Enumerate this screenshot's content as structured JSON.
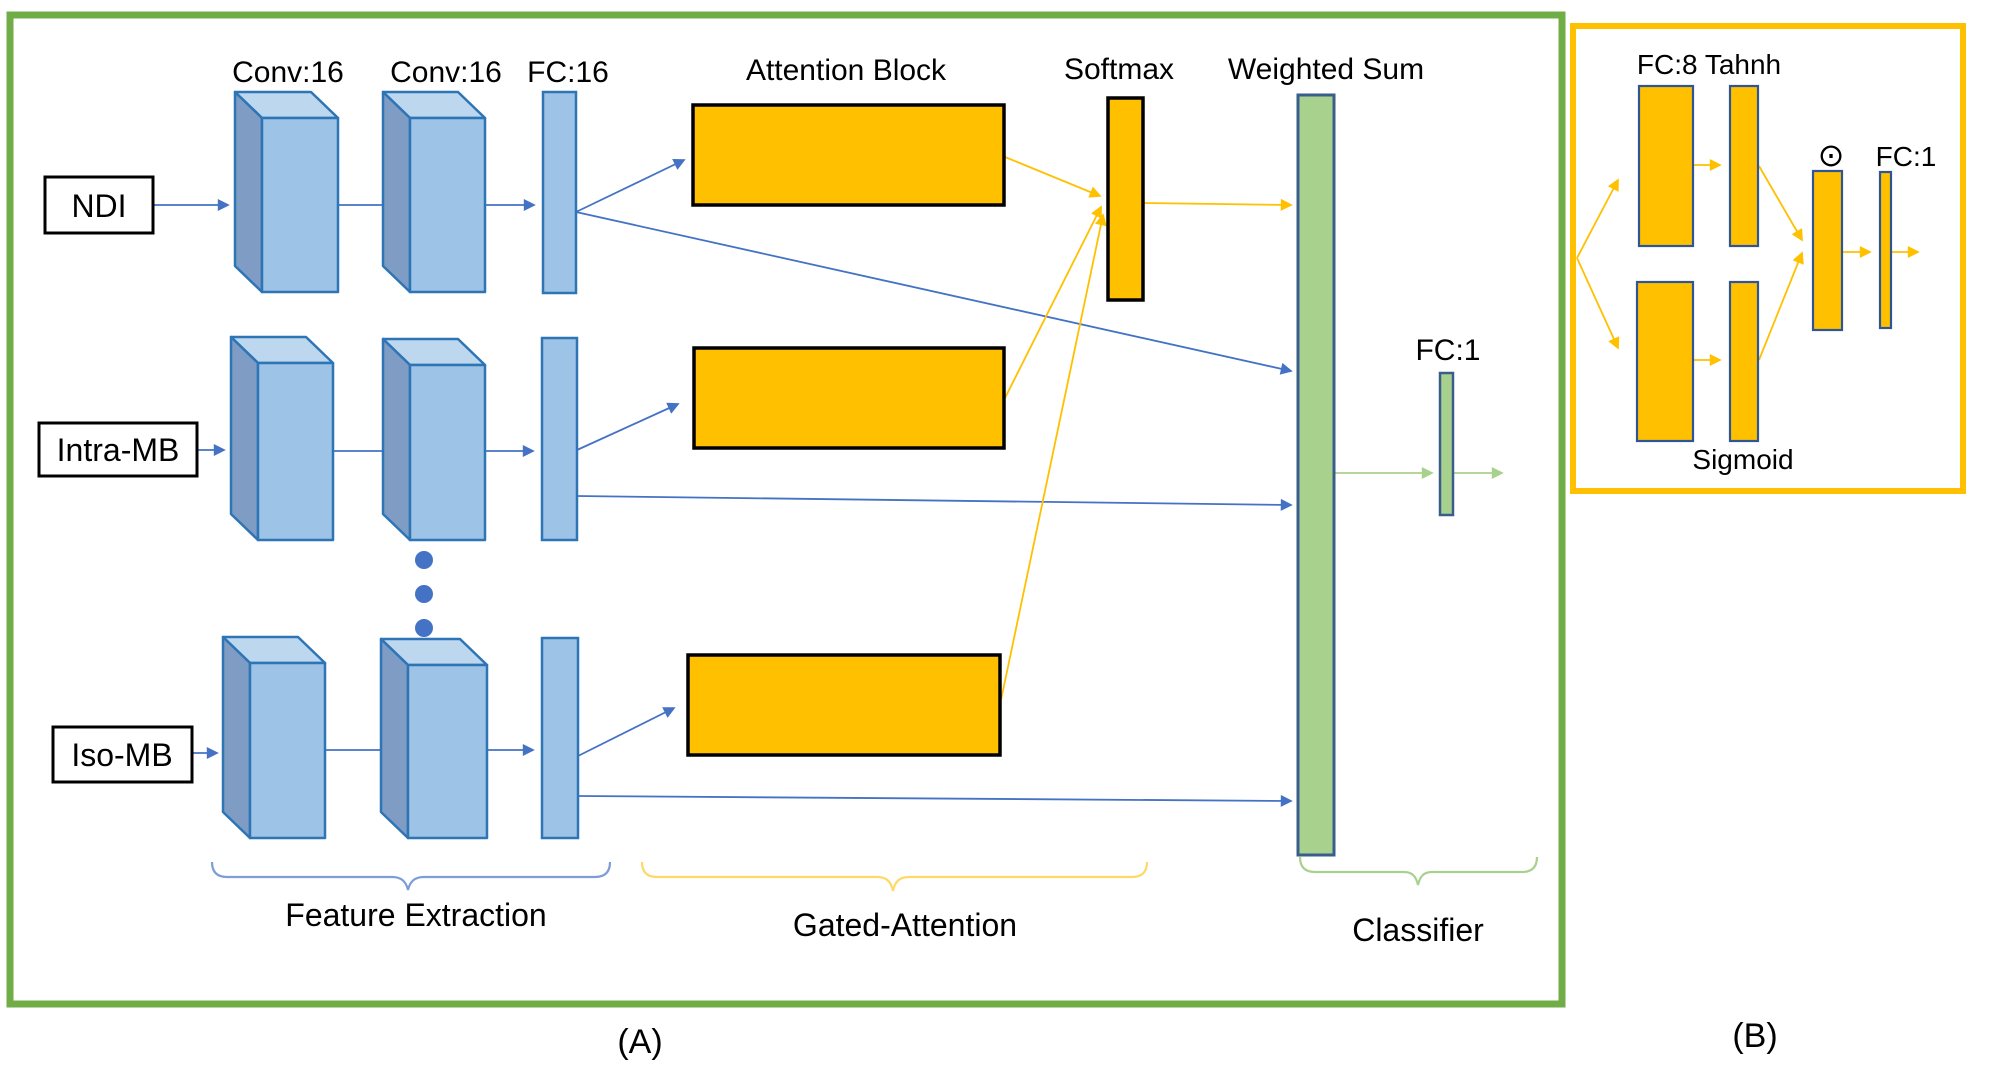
{
  "figure": {
    "type": "architecture-diagram",
    "description": "Gated-attention multiple-instance network with feature extraction, gated attention and classifier"
  },
  "panel_a": {
    "label": "(A)",
    "inputs": [
      "NDI",
      "Intra-MB",
      "Iso-MB"
    ],
    "col_labels": [
      "Conv:16",
      "Conv:16",
      "FC:16"
    ],
    "attention_label": "Attention Block",
    "softmax_label": "Softmax",
    "weighted_sum_label": "Weighted Sum",
    "fc_out_label": "FC:1",
    "braces": {
      "feature": "Feature Extraction",
      "gated": "Gated-Attention",
      "classifier": "Classifier"
    }
  },
  "panel_b": {
    "label": "(B)",
    "fc8_label": "FC:8 Tahnh",
    "sigmoid_label": "Sigmoid",
    "product_symbol": "⊙",
    "fc1_label": "FC:1"
  },
  "colors": {
    "panel_a_border": "#70AD47",
    "panel_b_border": "#FFC000",
    "conv_front": "#9DC3E6",
    "conv_top": "#BDD7EE",
    "conv_side": "#7E9CC4",
    "conv_border": "#2E75B6",
    "attention_fill": "#FFC000",
    "green_bar_fill": "#A9D18E",
    "green_bar_border": "#3A5E8C",
    "arrow_blue": "#4472C4",
    "arrow_yellow": "#FFC000",
    "arrow_green": "#A9D18E",
    "brace_blue": "#7E9DD8",
    "brace_gold": "#FFD966",
    "brace_green": "#A9D18E"
  }
}
